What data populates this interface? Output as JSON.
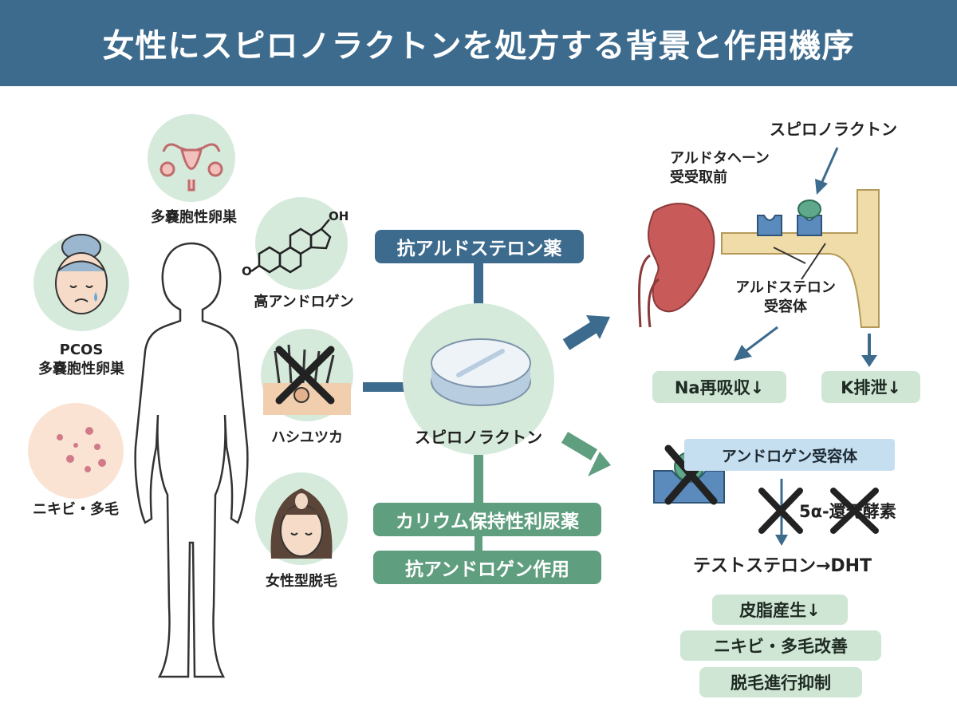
{
  "title": "女性にスピロノラクトンを処方する背景と作用機序",
  "conditions": {
    "pcos_ovary": "多嚢胞性卵巣",
    "pcos": "PCOS",
    "pcos_label": "多嚢胞性卵巣",
    "high_androgen": "高アンドロゲン",
    "hirsutism": "ハシユツカ",
    "acne_hair": "ニキビ・多毛",
    "female_hair_loss": "女性型脱毛"
  },
  "steroid_oh": "OH",
  "steroid_o": "O",
  "drug": {
    "name": "スピロノラクトン",
    "class_anti_aldosterone": "抗アルドステロン薬",
    "class_k_sparing": "カリウム保持性利尿薬",
    "class_anti_androgen": "抗アンドロゲン作用"
  },
  "renal": {
    "drug_label": "スピロノラクトン",
    "aldosterone_receptor_top_line1": "アルドタヘーン",
    "aldosterone_receptor_top_line2": "受受取前",
    "aldosterone_receptor_line1": "アルドステロン",
    "aldosterone_receptor_line2": "受容体",
    "na_effect": "Na再吸収↓",
    "k_effect": "K排泄↓"
  },
  "androgen": {
    "receptor": "アンドロゲン受容体",
    "enzyme": "5α-還元酵素",
    "conversion": "テストステロン→DHT",
    "effect1": "皮脂産生↓",
    "effect2": "ニキビ・多毛改善",
    "effect3": "脱毛進行抑制"
  },
  "colors": {
    "header": "#3d6b8e",
    "blue": "#3d6b8e",
    "green": "#5f9e7e",
    "pale_green": "#cfe6d5",
    "circle_bg": "#d6eadc",
    "kidney": "#c95a5a",
    "receptor": "#5b8bbd"
  }
}
